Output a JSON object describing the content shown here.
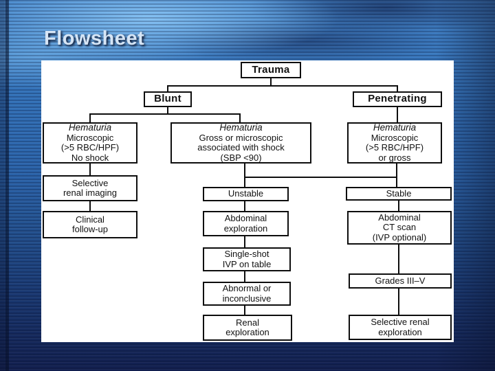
{
  "slide": {
    "title": "Flowsheet"
  },
  "colors": {
    "background_base": "#2f6ab2",
    "background_dark": "#121f4e",
    "title_text": "#d6e5f5",
    "panel": "#ffffff",
    "line": "#0d0d0d"
  },
  "flowchart": {
    "nodes": {
      "trauma": {
        "label": "Trauma"
      },
      "blunt": {
        "label": "Blunt"
      },
      "penetrating": {
        "label": "Penetrating"
      },
      "hem_left": {
        "title": "Hematuria",
        "body": "Microscopic\n(>5 RBC/HPF)\nNo shock"
      },
      "hem_center": {
        "title": "Hematuria",
        "body": "Gross or microscopic\nassociated with shock\n(SBP <90)"
      },
      "hem_right": {
        "title": "Hematuria",
        "body": "Microscopic\n(>5 RBC/HPF)\nor gross"
      },
      "selective_imaging": {
        "label": "Selective\nrenal imaging"
      },
      "clinical_followup": {
        "label": "Clinical\nfollow-up"
      },
      "unstable": {
        "label": "Unstable"
      },
      "abdominal_exploration": {
        "label": "Abdominal\nexploration"
      },
      "stable": {
        "label": "Stable"
      },
      "ct_scan": {
        "label": "Abdominal\nCT scan\n(IVP optional)"
      },
      "single_shot_ivp": {
        "label": "Single-shot\nIVP on table"
      },
      "abnormal": {
        "label": "Abnormal or\ninconclusive"
      },
      "renal_exploration": {
        "label": "Renal\nexploration"
      },
      "grades": {
        "label": "Grades III–V"
      },
      "selective_renal_exploration": {
        "label": "Selective renal\nexploration"
      }
    },
    "edges": [
      "trauma→blunt",
      "trauma→penetrating",
      "blunt→hem_left",
      "blunt→hem_center",
      "penetrating→hem_right",
      "hem_left→selective_imaging",
      "selective_imaging→clinical_followup",
      "hem_center→unstable",
      "hem_center→stable",
      "hem_right→unstable",
      "hem_right→stable",
      "unstable→abdominal_exploration",
      "abdominal_exploration→single_shot_ivp",
      "single_shot_ivp→abnormal",
      "abnormal→renal_exploration",
      "stable→ct_scan",
      "ct_scan→grades",
      "grades→selective_renal_exploration"
    ]
  }
}
